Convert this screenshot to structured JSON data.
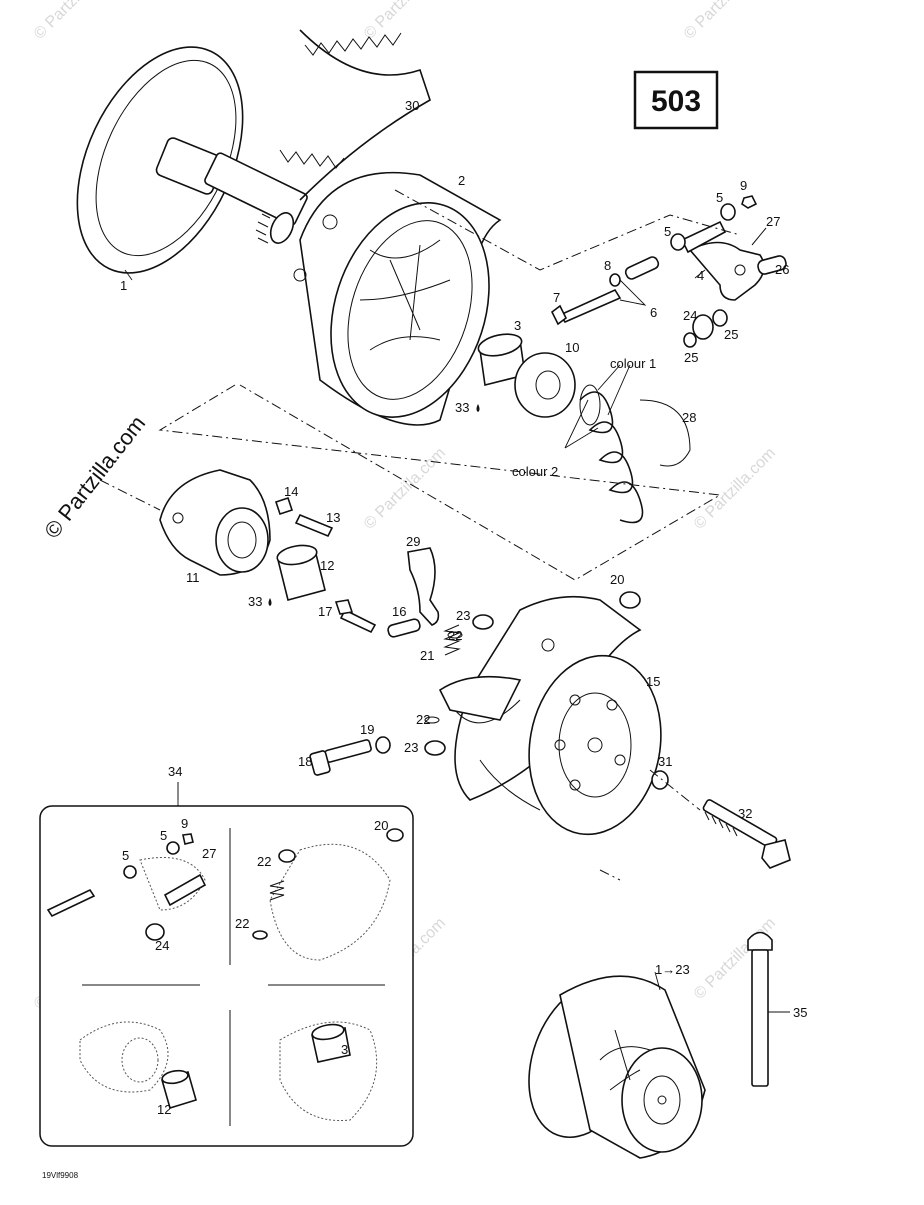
{
  "diagram_id": "503",
  "footer_code": "19Vlf9908",
  "watermark": "© Partzilla.com",
  "watermark_tile": "© Partzilla.com",
  "kit_arrow_label": "1→23",
  "callouts": [
    {
      "id": "c1",
      "text": "1"
    },
    {
      "id": "c2",
      "text": "2"
    },
    {
      "id": "c3",
      "text": "3"
    },
    {
      "id": "c4",
      "text": "4"
    },
    {
      "id": "c5a",
      "text": "5"
    },
    {
      "id": "c5b",
      "text": "5"
    },
    {
      "id": "c6",
      "text": "6"
    },
    {
      "id": "c7",
      "text": "7"
    },
    {
      "id": "c8",
      "text": "8"
    },
    {
      "id": "c9",
      "text": "9"
    },
    {
      "id": "c10",
      "text": "10"
    },
    {
      "id": "c11",
      "text": "11"
    },
    {
      "id": "c12",
      "text": "12"
    },
    {
      "id": "c13",
      "text": "13"
    },
    {
      "id": "c14",
      "text": "14"
    },
    {
      "id": "c15",
      "text": "15"
    },
    {
      "id": "c16",
      "text": "16"
    },
    {
      "id": "c17",
      "text": "17"
    },
    {
      "id": "c18",
      "text": "18"
    },
    {
      "id": "c19",
      "text": "19"
    },
    {
      "id": "c20",
      "text": "20"
    },
    {
      "id": "c21",
      "text": "21"
    },
    {
      "id": "c22a",
      "text": "22"
    },
    {
      "id": "c22b",
      "text": "22"
    },
    {
      "id": "c23a",
      "text": "23"
    },
    {
      "id": "c23b",
      "text": "23"
    },
    {
      "id": "c24",
      "text": "24"
    },
    {
      "id": "c25a",
      "text": "25"
    },
    {
      "id": "c25b",
      "text": "25"
    },
    {
      "id": "c26",
      "text": "26"
    },
    {
      "id": "c27",
      "text": "27"
    },
    {
      "id": "c28",
      "text": "28"
    },
    {
      "id": "c29",
      "text": "29"
    },
    {
      "id": "c30",
      "text": "30"
    },
    {
      "id": "c31",
      "text": "31"
    },
    {
      "id": "c32",
      "text": "32"
    },
    {
      "id": "c33a",
      "text": "33"
    },
    {
      "id": "c33b",
      "text": "33"
    },
    {
      "id": "c34",
      "text": "34"
    },
    {
      "id": "c35",
      "text": "35"
    },
    {
      "id": "colour1",
      "text": "colour 1"
    },
    {
      "id": "colour2",
      "text": "colour 2"
    },
    {
      "id": "k5a",
      "text": "5"
    },
    {
      "id": "k5b",
      "text": "5"
    },
    {
      "id": "k9",
      "text": "9"
    },
    {
      "id": "k27",
      "text": "27"
    },
    {
      "id": "k24",
      "text": "24"
    },
    {
      "id": "k20",
      "text": "20"
    },
    {
      "id": "k22a",
      "text": "22"
    },
    {
      "id": "k22b",
      "text": "22"
    },
    {
      "id": "k3",
      "text": "3"
    },
    {
      "id": "k12",
      "text": "12"
    }
  ]
}
